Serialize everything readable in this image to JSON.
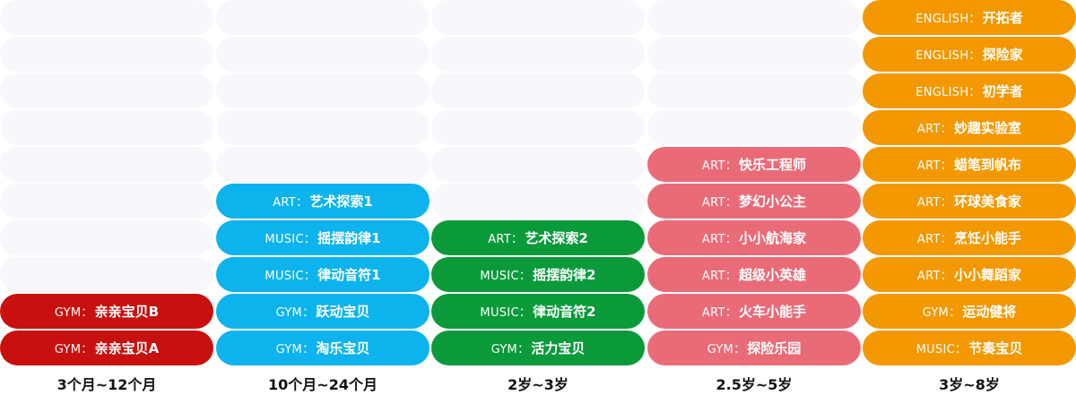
{
  "colors": {
    "empty": "#f9f7fb",
    "red": "#c8100e",
    "blue": "#0db3ec",
    "green": "#0a9a3a",
    "pink": "#ea6b78",
    "orange": "#f39800"
  },
  "columns": [
    {
      "label": "3个月~12个月",
      "color": "#c8100e",
      "courses": [
        {
          "prefix": "GYM：",
          "name": "亲亲宝贝B"
        },
        {
          "prefix": "GYM：",
          "name": "亲亲宝贝A"
        }
      ]
    },
    {
      "label": "10个月~24个月",
      "color": "#0db3ec",
      "courses": [
        {
          "prefix": "ART：",
          "name": "艺术探索1"
        },
        {
          "prefix": "MUSIC：",
          "name": "摇摆韵律1"
        },
        {
          "prefix": "MUSIC：",
          "name": "律动音符1"
        },
        {
          "prefix": "GYM：",
          "name": "跃动宝贝"
        },
        {
          "prefix": "GYM：",
          "name": "淘乐宝贝"
        }
      ]
    },
    {
      "label": "2岁~3岁",
      "color": "#0a9a3a",
      "courses": [
        {
          "prefix": "ART：",
          "name": "艺术探索2"
        },
        {
          "prefix": "MUSIC：",
          "name": "摇摆韵律2"
        },
        {
          "prefix": "MUSIC：",
          "name": "律动音符2"
        },
        {
          "prefix": "GYM：",
          "name": "活力宝贝"
        }
      ]
    },
    {
      "label": "2.5岁~5岁",
      "color": "#ea6b78",
      "courses": [
        {
          "prefix": "ART：",
          "name": "快乐工程师"
        },
        {
          "prefix": "ART：",
          "name": "梦幻小公主"
        },
        {
          "prefix": "ART：",
          "name": "小小航海家"
        },
        {
          "prefix": "ART：",
          "name": "超级小英雄"
        },
        {
          "prefix": "ART：",
          "name": "火车小能手"
        },
        {
          "prefix": "GYM：",
          "name": "探险乐园"
        }
      ]
    },
    {
      "label": "3岁~8岁",
      "color": "#f39800",
      "courses": [
        {
          "prefix": "ENGLISH：",
          "name": "开拓者"
        },
        {
          "prefix": "ENGLISH：",
          "name": "探险家"
        },
        {
          "prefix": "ENGLISH：",
          "name": "初学者"
        },
        {
          "prefix": "ART：",
          "name": "妙趣实验室"
        },
        {
          "prefix": "ART：",
          "name": "蜡笔到帆布"
        },
        {
          "prefix": "ART：",
          "name": "环球美食家"
        },
        {
          "prefix": "ART：",
          "name": "烹饪小能手"
        },
        {
          "prefix": "ART：",
          "name": "小小舞蹈家"
        },
        {
          "prefix": "GYM：",
          "name": "运动健将"
        },
        {
          "prefix": "MUSIC：",
          "name": "节奏宝贝"
        }
      ]
    }
  ]
}
